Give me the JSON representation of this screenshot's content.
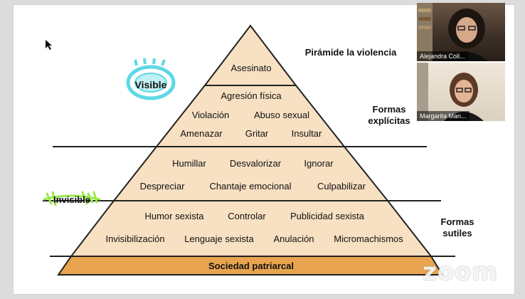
{
  "slide": {
    "title": "Pirámide la violencia",
    "level_visible": "Visible",
    "level_invisible": "Invisible",
    "forms_explicit_line1": "Formas",
    "forms_explicit_line2": "explícitas",
    "forms_subtle_line1": "Formas",
    "forms_subtle_line2": "sutiles",
    "tiers": {
      "top": "Asesinato",
      "explicit": [
        "Agresión física",
        "Violación",
        "Abuso sexual",
        "Amenazar",
        "Gritar",
        "Insultar"
      ],
      "psychological": [
        "Humillar",
        "Desvalorizar",
        "Ignorar",
        "Despreciar",
        "Chantaje emocional",
        "Culpabilizar"
      ],
      "subtle": [
        "Humor sexista",
        "Controlar",
        "Publicidad sexista",
        "Invisibilización",
        "Lenguaje sexista",
        "Anulación",
        "Micromachismos"
      ],
      "base": "Sociedad patriarcal"
    },
    "colors": {
      "tier_fill": "#f8e0c2",
      "base_fill": "#e8a44f",
      "eye_color": "#5fd8e6",
      "invisible_highlight": "#9be84a"
    }
  },
  "participants": [
    {
      "name": "Alejandra Coll..."
    },
    {
      "name": "Margarita Man..."
    }
  ],
  "watermark": "zoom"
}
